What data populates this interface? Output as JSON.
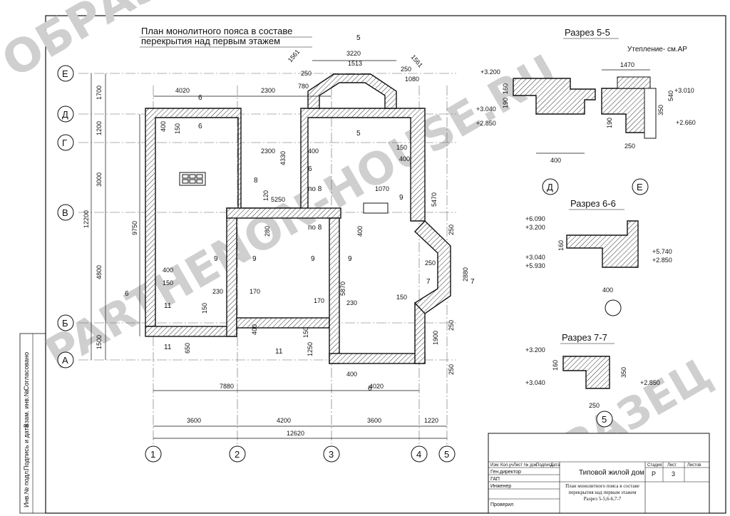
{
  "plan": {
    "title_line1": "План монолитного пояса в составе",
    "title_line2": "перекрытия над первым этажем",
    "axes_letters": [
      "Е",
      "Д",
      "Г",
      "В",
      "Б",
      "А"
    ],
    "axes_numbers": [
      "1",
      "2",
      "3",
      "4",
      "5"
    ],
    "dims_top": [
      "4020",
      "2300",
      "3220",
      "1513",
      "1561",
      "1561",
      "250",
      "250",
      "780",
      "1080"
    ],
    "dims_left": [
      "1700",
      "1200",
      "3000",
      "4800",
      "1500",
      "12200",
      "9750"
    ],
    "dims_bottom": [
      "7880",
      "4020",
      "3600",
      "4200",
      "3600",
      "1220",
      "12620"
    ],
    "dims_inner": [
      "400",
      "150",
      "2300",
      "4330",
      "400",
      "150",
      "400",
      "1070",
      "5250",
      "120",
      "280",
      "400",
      "170",
      "230",
      "150",
      "400",
      "150",
      "230",
      "170",
      "150",
      "400",
      "650",
      "1250",
      "1900",
      "250",
      "250",
      "250",
      "2880",
      "5470",
      "5870",
      "400",
      "150",
      "250"
    ],
    "section_marks": [
      "5",
      "5",
      "6",
      "6",
      "6",
      "6",
      "6",
      "7",
      "7",
      "8",
      "по 8",
      "по 8",
      "9",
      "9",
      "9",
      "9",
      "9",
      "11",
      "11",
      "11"
    ]
  },
  "section55": {
    "title": "Разрез 5-5",
    "note": "Утепление- см.АР",
    "marks": [
      "+3.200",
      "+3.040",
      "+2.850",
      "+3.010",
      "+2.660"
    ],
    "dims": [
      "1470",
      "160",
      "190",
      "400",
      "250",
      "540",
      "350",
      "190"
    ],
    "axes": [
      "Д",
      "Е"
    ]
  },
  "section66": {
    "title": "Разрез 6-6",
    "marks": [
      "+6.090",
      "+3.200",
      "+3.040",
      "+5.930",
      "+5.740",
      "+2.850"
    ],
    "dims": [
      "160",
      "400"
    ]
  },
  "section77": {
    "title": "Разрез 7-7",
    "marks": [
      "+3.200",
      "+3.040",
      "+2.850"
    ],
    "dims": [
      "160",
      "350",
      "250"
    ],
    "axis": "5"
  },
  "stamp": {
    "header": [
      "Изм",
      "Кол.уч",
      "Лист",
      "№ док.",
      "Подпись",
      "Дата"
    ],
    "roles": [
      "Ген.директор",
      "ГАП",
      "Инженер",
      "Проверил"
    ],
    "project": "Типовой жилой дом",
    "sheet_desc": "План монолитного пояса в составе перекрытия над первым этажем Разрез 5-5,6-6,7-7",
    "stage_label": "Стадия",
    "sheet_label": "Лист",
    "sheets_label": "Листов",
    "stage": "Р",
    "sheet": "3"
  },
  "side_labels": [
    "Согласовано",
    "Взам. инв.№",
    "Подпись и дата",
    "Инв.№ подл."
  ],
  "watermarks": [
    "ОБРАЗЕЦ",
    "PARTHENON-HOUSE.RU",
    "ОБРАЗЕЦ"
  ]
}
